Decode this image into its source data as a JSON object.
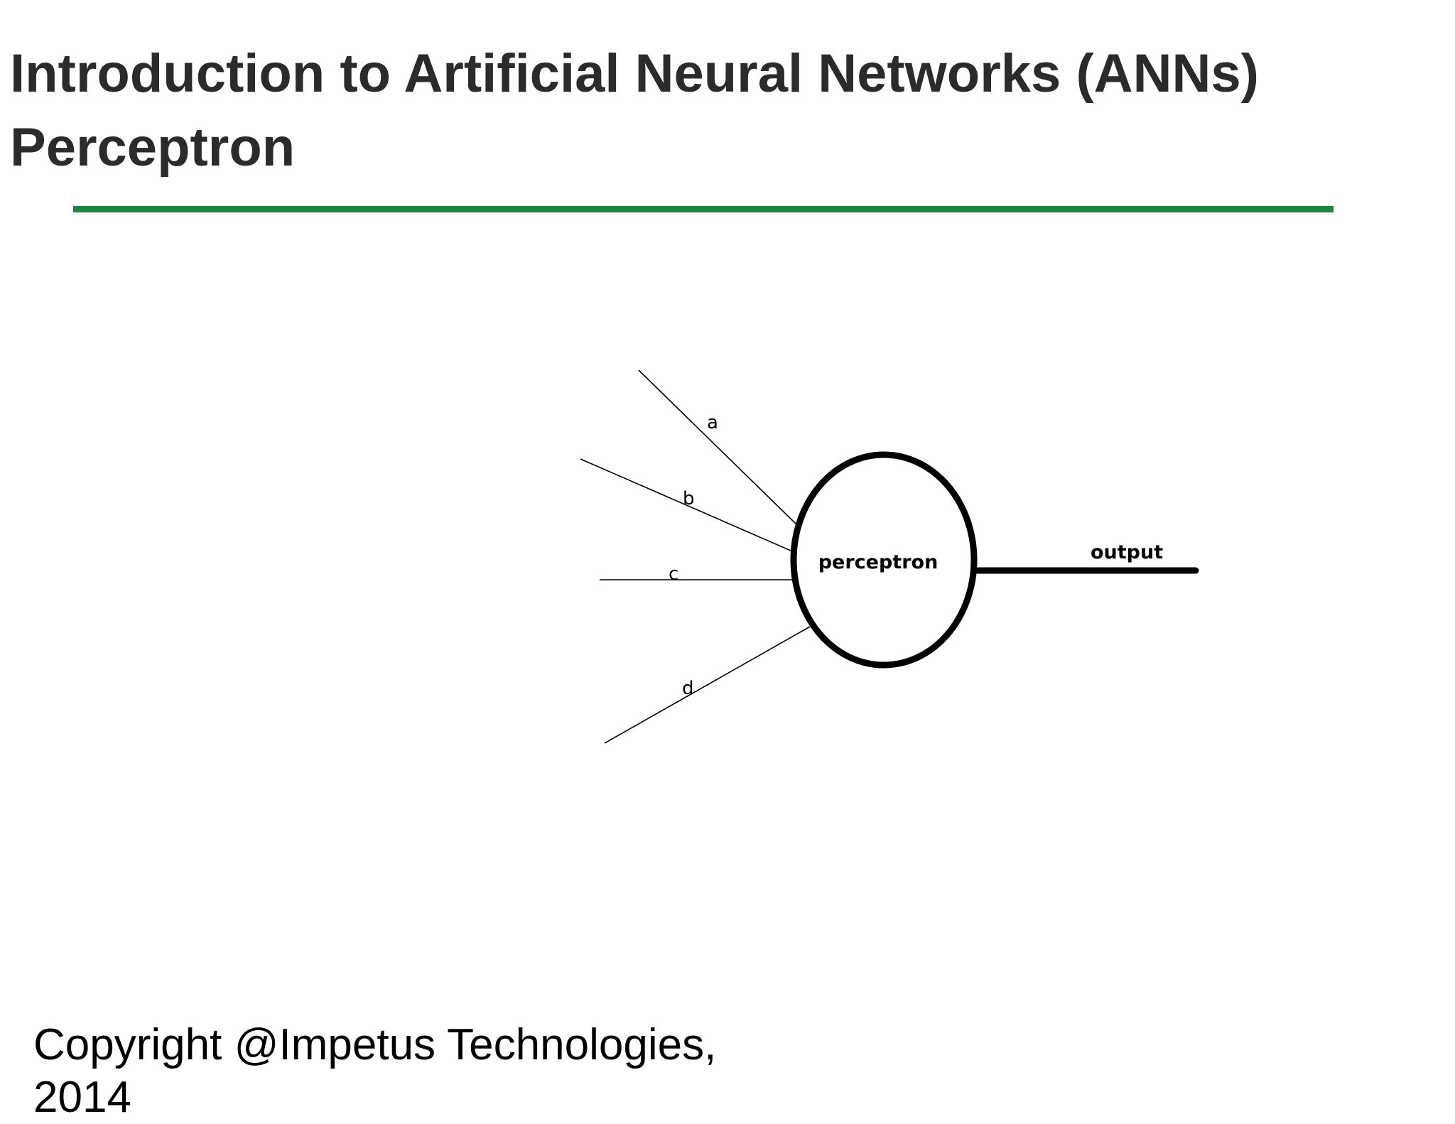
{
  "slide": {
    "title_line1": "Introduction to Artificial Neural Networks (ANNs)",
    "title_line2": "Perceptron",
    "accent_color": "#1e8443",
    "footer_text": "Copyright @Impetus Technologies, 2014"
  },
  "diagram": {
    "inputs": [
      {
        "label": "a"
      },
      {
        "label": "b"
      },
      {
        "label": "c"
      },
      {
        "label": "d"
      }
    ],
    "node_label": "perceptron",
    "output_label": "output"
  }
}
